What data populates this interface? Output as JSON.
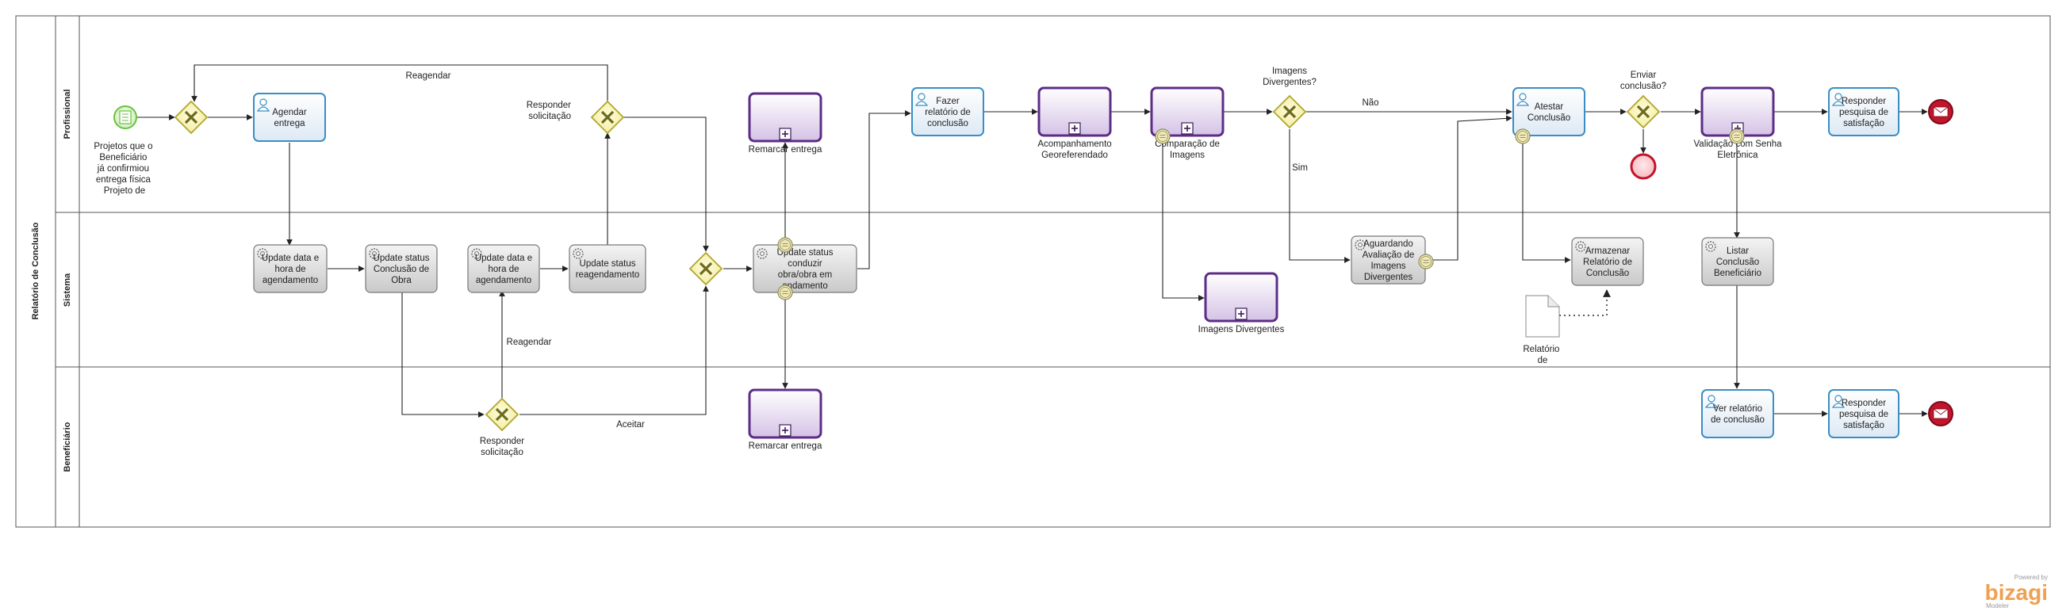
{
  "pool": {
    "title": "Relatório de Conclusão"
  },
  "lanes": {
    "profissional": "Profissional",
    "sistema": "Sistema",
    "beneficiario": "Beneficiário"
  },
  "start_event": "Projetos que o Beneficiário já confirmiou entrega física Projeto de Melhoria",
  "tasks": {
    "agendar_entrega": "Agendar entrega",
    "update_agendamento_1": "Update data e hora de agendamento",
    "update_status_conclusao_obra": "Update status Conclusão de Obra",
    "update_agendamento_2": "Update data e hora de agendamento",
    "update_status_reagendamento": "Update status reagendamento",
    "update_status_conduzir": "Update status conduzir obra/obra em andamento",
    "fazer_relatorio": "Fazer relatório de conclusão",
    "aguardando_avaliacao": "Aguardando Avaliação de Imagens Divergentes",
    "atestar_conclusao": "Atestar Conclusão",
    "armazenar_relatorio": "Armazenar Relatório de Conclusão",
    "listar_conclusao": "Listar Conclusão Beneficiário",
    "responder_pesquisa_prof": "Responder pesquisa de satisfação",
    "ver_relatorio": "Ver relatório de conclusão",
    "responder_pesquisa_benef": "Responder pesquisa de satisfação"
  },
  "subprocesses": {
    "remarcar_entrega_top": "Remarcar entrega",
    "acompanhamento": "Acompanhamento Georeferendado",
    "comparacao": "Comparação de Imagens",
    "imagens_divergentes": "Imagens Divergentes",
    "validacao": "Validação com Senha Eletrônica",
    "remarcar_entrega_bottom": "Remarcar entrega"
  },
  "gateways": {
    "responder_solicitacao_prof": "Responder solicitação",
    "imagens_divergentes_q": "Imagens Divergentes?",
    "enviar_conclusao_q": "Enviar conclusão?",
    "responder_solicitacao_benef": "Responder solicitação"
  },
  "flow_labels": {
    "reagendar_top": "Reagendar",
    "nao": "Não",
    "sim": "Sim",
    "reagendar_mid": "Reagendar",
    "aceitar": "Aceitar"
  },
  "artifact": {
    "relatorio_conclusao": "Relatório de Conclusão"
  },
  "branding": {
    "powered_by": "Powered by",
    "product": "bizagi",
    "edition": "Modeler"
  },
  "colors": {
    "task_blue_border": "#3a8ec4",
    "subprocess_purple": "#5c2d86",
    "gateway_yellow": "#d7d23c",
    "start_green": "#6bbf47",
    "end_red": "#c3142c",
    "bizagi_orange": "#f0a050"
  }
}
